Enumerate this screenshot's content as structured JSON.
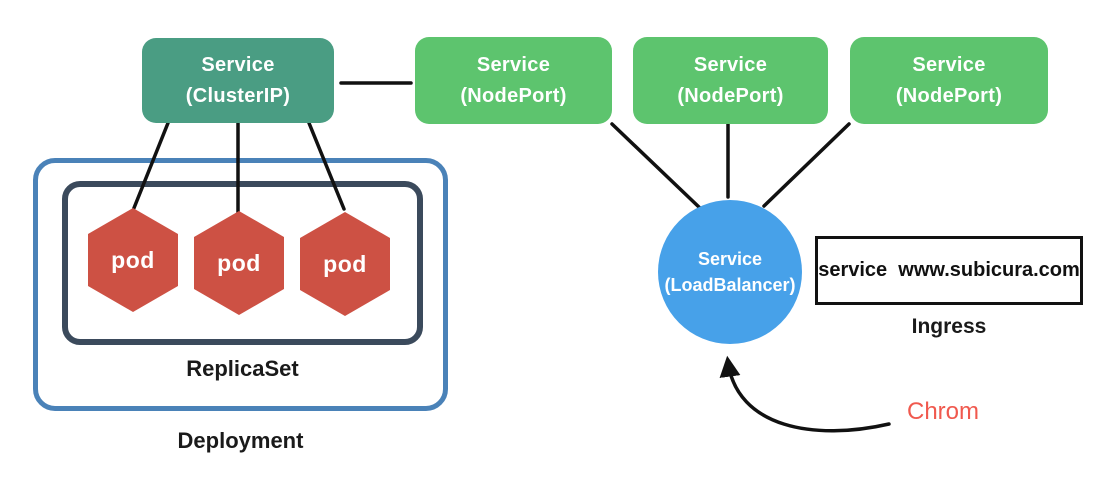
{
  "diagram": {
    "cluster_ip": {
      "line1": "Service",
      "line2": "(ClusterIP)"
    },
    "nodeports": [
      {
        "line1": "Service",
        "line2": "(NodePort)"
      },
      {
        "line1": "Service",
        "line2": "(NodePort)"
      },
      {
        "line1": "Service",
        "line2": "(NodePort)"
      }
    ],
    "load_balancer": {
      "line1": "Service",
      "line2": "(LoadBalancer)"
    },
    "pods": [
      "pod",
      "pod",
      "pod"
    ],
    "replicaset_label": "ReplicaSet",
    "deployment_label": "Deployment",
    "ingress": {
      "box_text": "service  www.subicura.com",
      "label": "Ingress"
    },
    "client_label": "Chrom",
    "colors": {
      "cluster_ip_bg": "#4a9d83",
      "nodeport_bg": "#5dc46e",
      "loadbalancer_bg": "#47a1e9",
      "pod_bg": "#cd5144",
      "deployment_border": "#4a82b8",
      "replicaset_border": "#3b4a5c",
      "connector": "#111111",
      "client_text": "#f0594e"
    }
  }
}
